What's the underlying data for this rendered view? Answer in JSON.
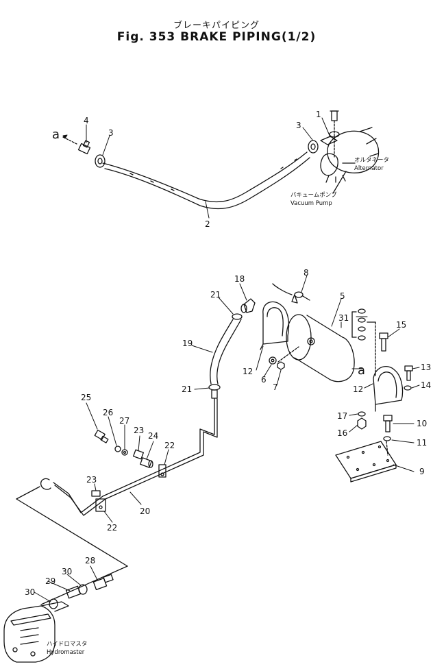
{
  "title": {
    "jp": "ブレーキパイピング",
    "en": "Fig. 353 BRAKE PIPING(1/2)"
  },
  "connection_marks": [
    "a",
    "a"
  ],
  "labels": {
    "alternator_jp": "オルタネータ",
    "alternator_en": "Alternator",
    "vacuum_pump_jp": "バキュームポンプ",
    "vacuum_pump_en": "Vacuum Pump",
    "hydromaster_jp": "ハイドロマスタ",
    "hydromaster_en": "Hydromaster"
  },
  "part_numbers": [
    "1",
    "2",
    "3",
    "3",
    "4",
    "5",
    "6",
    "7",
    "8",
    "9",
    "10",
    "11",
    "12",
    "12",
    "13",
    "14",
    "15",
    "16",
    "17",
    "18",
    "19",
    "20",
    "21",
    "21",
    "22",
    "22",
    "23",
    "23",
    "24",
    "25",
    "26",
    "27",
    "28",
    "29",
    "30",
    "30",
    "31"
  ]
}
